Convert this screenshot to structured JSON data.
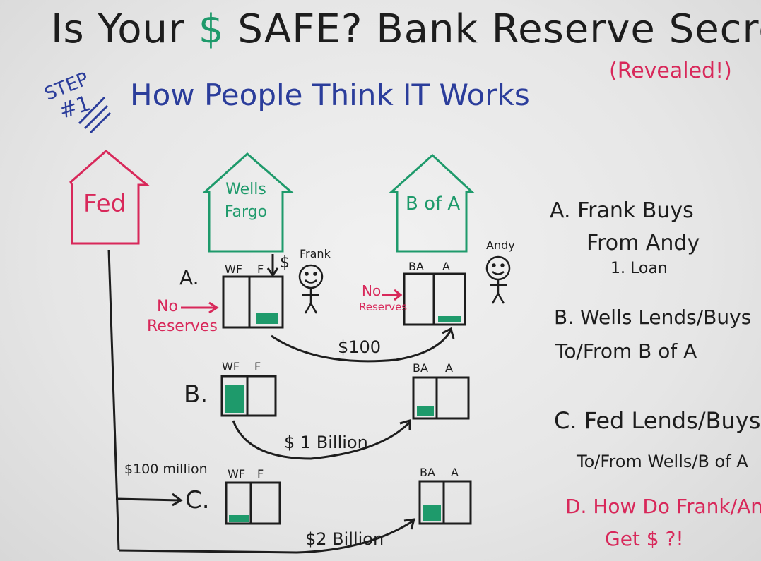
{
  "title": {
    "prefix": "Is Your",
    "dollar": "$",
    "rest": "SAFE? Bank Reserve Secrets",
    "revealed": "(Revealed!)"
  },
  "step": {
    "label": "STEP",
    "number": "#1"
  },
  "subtitle": "How People Think IT Works",
  "houses": {
    "fed": "Fed",
    "wells_line1": "Wells",
    "wells_line2": "Fargo",
    "bofa": "B of A"
  },
  "people": {
    "frank": "Frank",
    "andy": "Andy"
  },
  "rows": {
    "a": {
      "label": "A.",
      "wf": "WF",
      "f": "F",
      "ba": "BA",
      "a": "A",
      "no_reserves_left": [
        "No",
        "Reserves"
      ],
      "no_reserves_right": [
        "No",
        "Reserves"
      ],
      "deposit_symbol": "$",
      "transfer": "$100"
    },
    "b": {
      "label": "B.",
      "wf": "WF",
      "f": "F",
      "ba": "BA",
      "a": "A",
      "transfer": "$ 1 Billion"
    },
    "c": {
      "label": "C.",
      "wf": "WF",
      "f": "F",
      "ba": "BA",
      "a": "A",
      "fed_loan": "$100 million",
      "transfer": "$2 Billion"
    }
  },
  "notes": {
    "a1": "A. Frank Buys",
    "a2": "From Andy",
    "a3": "1. Loan",
    "b1": "B. Wells Lends/Buys",
    "b2": "To/From B of A",
    "c1": "C. Fed Lends/Buys",
    "c2": "To/From Wells/B of A",
    "d1": "D. How Do Frank/Andy",
    "d2": "Get $ ?!"
  },
  "colors": {
    "black": "#1d1d1d",
    "green": "#1e9a6b",
    "red": "#d8285a",
    "blue": "#2b3d9b"
  }
}
